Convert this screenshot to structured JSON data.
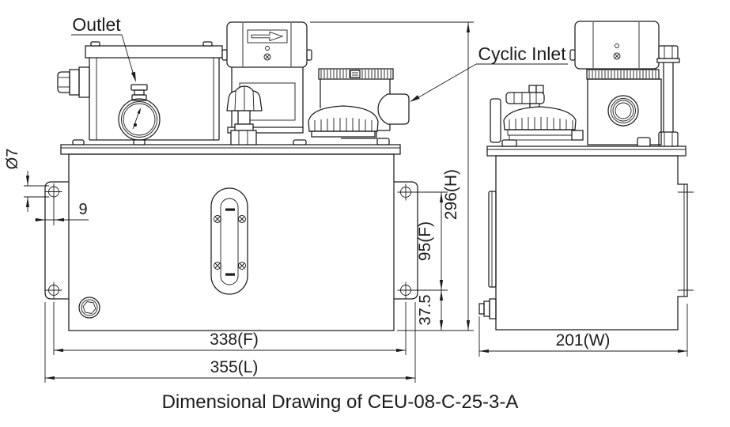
{
  "drawing": {
    "caption": "Dimensional Drawing of CEU-08-C-25-3-A",
    "model": "CEU-08-C-25-3-A",
    "labels": {
      "outlet": "Outlet",
      "cyclic_inlet": "Cyclic Inlet"
    },
    "dimensions": {
      "hole_diameter": "Ø7",
      "hole_offset": "9",
      "mounting_length": "338(F)",
      "overall_length": "355(L)",
      "mounting_height": "95(F)",
      "base_offset": "37.5",
      "overall_height": "296(H)",
      "overall_width": "201(W)"
    },
    "colors": {
      "line": "#1c1c1c",
      "background": "#ffffff"
    }
  }
}
